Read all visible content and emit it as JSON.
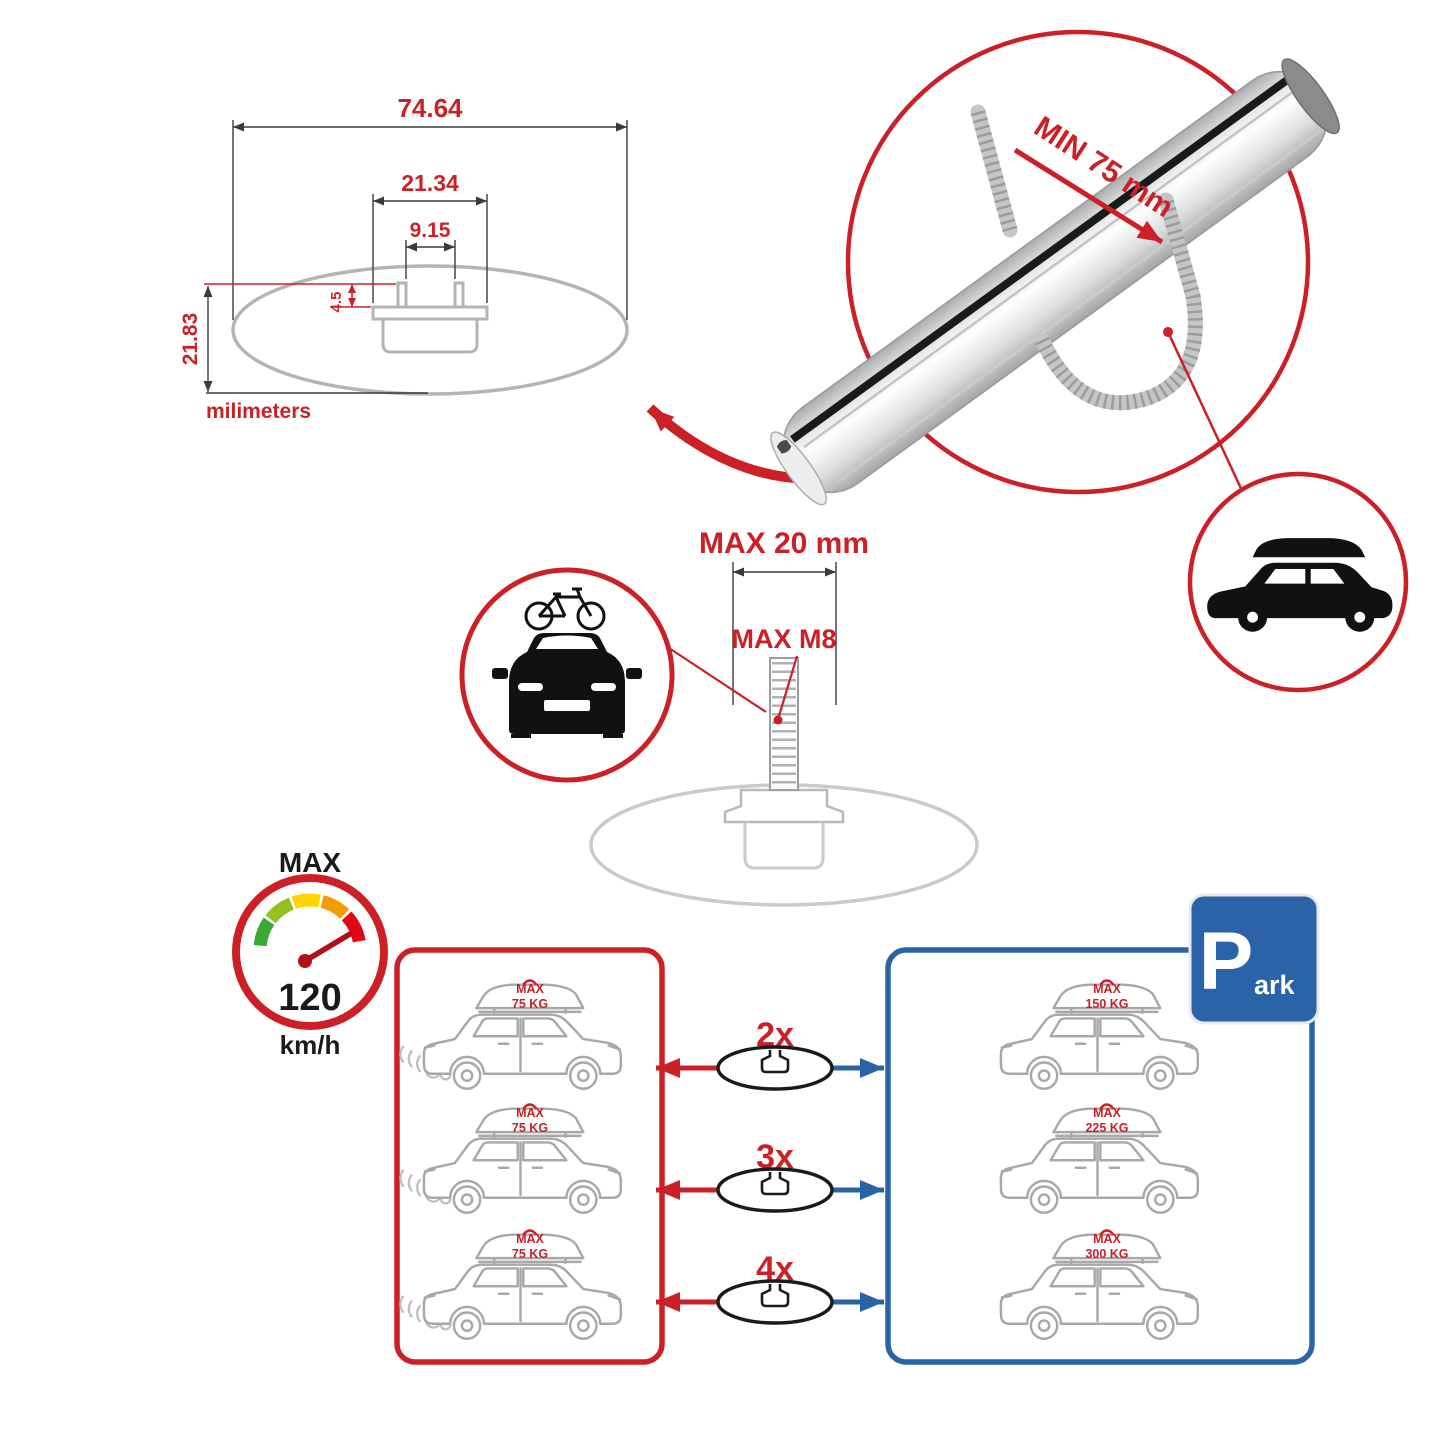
{
  "colors": {
    "red": "#cc2027",
    "blue": "#2b63a8",
    "gray_outline": "#a6a8ab",
    "light_gray": "#c9cacb",
    "black": "#1a1a1a"
  },
  "cross_section": {
    "total_width": "74.64",
    "flange_width": "21.34",
    "slot_width": "9.15",
    "lip_height": "4.5",
    "total_height": "21.83",
    "unit_label": "milimeters"
  },
  "clamp": {
    "min_label": "MIN 75 mm"
  },
  "bolt": {
    "max_length": "MAX 20 mm",
    "max_thread": "MAX M8"
  },
  "speed": {
    "label": "MAX",
    "value": "120",
    "unit": "km/h"
  },
  "driving_cars": [
    {
      "max_label": "MAX",
      "load": "75 KG"
    },
    {
      "max_label": "MAX",
      "load": "75 KG"
    },
    {
      "max_label": "MAX",
      "load": "75 KG"
    }
  ],
  "bar_options": [
    {
      "qty": "2x"
    },
    {
      "qty": "3x"
    },
    {
      "qty": "4x"
    }
  ],
  "parked_cars": [
    {
      "max_label": "MAX",
      "load": "150 KG"
    },
    {
      "max_label": "MAX",
      "load": "225 KG"
    },
    {
      "max_label": "MAX",
      "load": "300 KG"
    }
  ],
  "park_sign": {
    "letter": "P",
    "suffix": "ark"
  }
}
